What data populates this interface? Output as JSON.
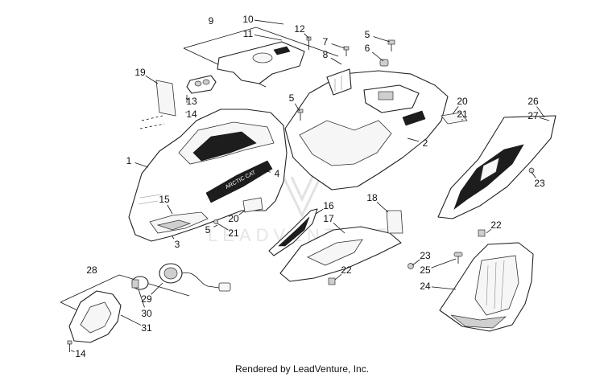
{
  "footer_text": "Rendered by LeadVenture, Inc.",
  "watermark_text": "LEADVENTURE",
  "decal_text": "ARCTIC CAT",
  "callouts": [
    "1",
    "2",
    "3",
    "4",
    "5",
    "5",
    "5",
    "6",
    "7",
    "8",
    "9",
    "10",
    "11",
    "12",
    "13",
    "14",
    "14",
    "15",
    "16",
    "17",
    "18",
    "19",
    "20",
    "20",
    "21",
    "21",
    "22",
    "22",
    "23",
    "23",
    "24",
    "25",
    "26",
    "27",
    "28",
    "29",
    "30",
    "31"
  ]
}
